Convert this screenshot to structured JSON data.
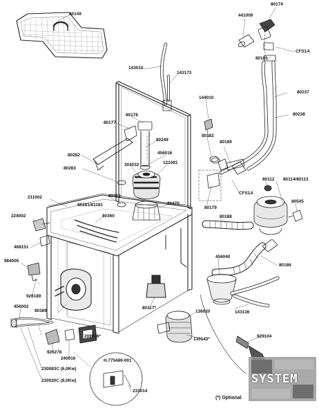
{
  "parts": {
    "p80149": "80149",
    "p80174": "80174",
    "p441009": "441009",
    "cfs1a_top": "CFS1A",
    "p80185": "80185",
    "p143010": "143010",
    "p143173": "143173",
    "p80237": "80237",
    "p80238": "80238",
    "p144010": "144010",
    "p80178": "80178",
    "p80177": "80177",
    "p80249": "80249",
    "p80182": "80182",
    "p80189": "80189",
    "p456016": "456016",
    "p80282": "80282",
    "p303032": "303032",
    "p121081": "121081",
    "p80283": "80283",
    "cfs1a_mid": "CFS1A",
    "p80112": "80112",
    "p80114": "80114/80113",
    "p211002": "211002",
    "p80316": "80316",
    "p80281": "80281/81181",
    "p80470": "80470",
    "p80545": "80545",
    "p80179": "80179",
    "p224002": "224002",
    "p80360": "80360",
    "p80188": "80188",
    "p468151": "468151",
    "p984005": "984005",
    "p456040": "456040",
    "p80186": "80186",
    "p926189": "926189",
    "p456002": "456002",
    "p80117": "80117*",
    "p143136": "143136",
    "p80389": "80389",
    "p136020": "136020",
    "p929104": "929104",
    "p926278": "926278",
    "p240016": "240016",
    "p209016": "209016*",
    "p130143": "130143*",
    "ph775489": "H.775489-001",
    "p230083": "230083C (6,0Kw)",
    "p230020": "230020C (8,0Kw)",
    "p231014": "231014"
  },
  "footnote": "(*) Optional",
  "logo": {
    "text": "SYSTEM"
  }
}
